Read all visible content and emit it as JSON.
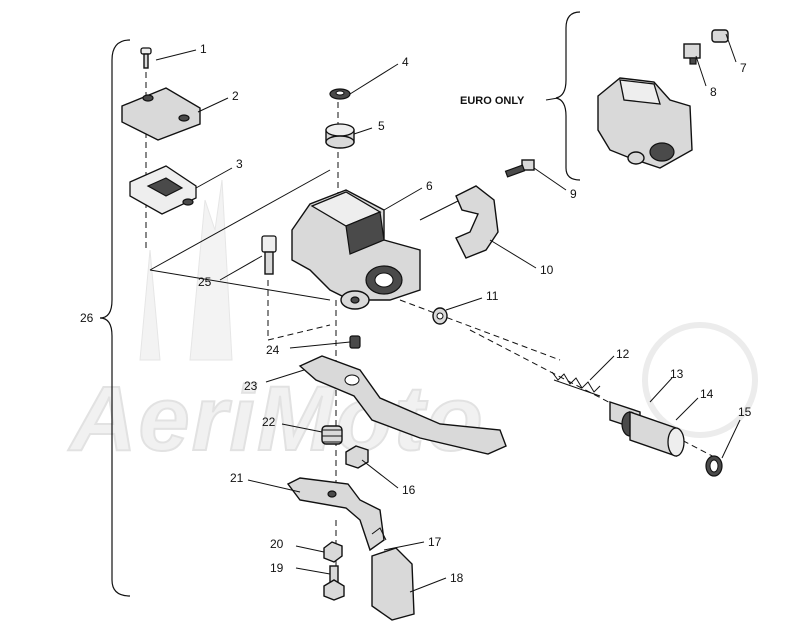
{
  "watermark": "AeriMoto",
  "euro_label": "EURO ONLY",
  "callouts": [
    {
      "id": "1",
      "label": "1"
    },
    {
      "id": "2",
      "label": "2"
    },
    {
      "id": "3",
      "label": "3"
    },
    {
      "id": "4",
      "label": "4"
    },
    {
      "id": "5",
      "label": "5"
    },
    {
      "id": "6",
      "label": "6"
    },
    {
      "id": "7",
      "label": "7"
    },
    {
      "id": "8",
      "label": "8"
    },
    {
      "id": "9",
      "label": "9"
    },
    {
      "id": "10",
      "label": "10"
    },
    {
      "id": "11",
      "label": "11"
    },
    {
      "id": "12",
      "label": "12"
    },
    {
      "id": "13",
      "label": "13"
    },
    {
      "id": "14",
      "label": "14"
    },
    {
      "id": "15",
      "label": "15"
    },
    {
      "id": "16",
      "label": "16"
    },
    {
      "id": "17",
      "label": "17"
    },
    {
      "id": "18",
      "label": "18"
    },
    {
      "id": "19",
      "label": "19"
    },
    {
      "id": "20",
      "label": "20"
    },
    {
      "id": "21",
      "label": "21"
    },
    {
      "id": "22",
      "label": "22"
    },
    {
      "id": "23",
      "label": "23"
    },
    {
      "id": "24",
      "label": "24"
    },
    {
      "id": "25",
      "label": "25"
    },
    {
      "id": "26",
      "label": "26"
    }
  ]
}
